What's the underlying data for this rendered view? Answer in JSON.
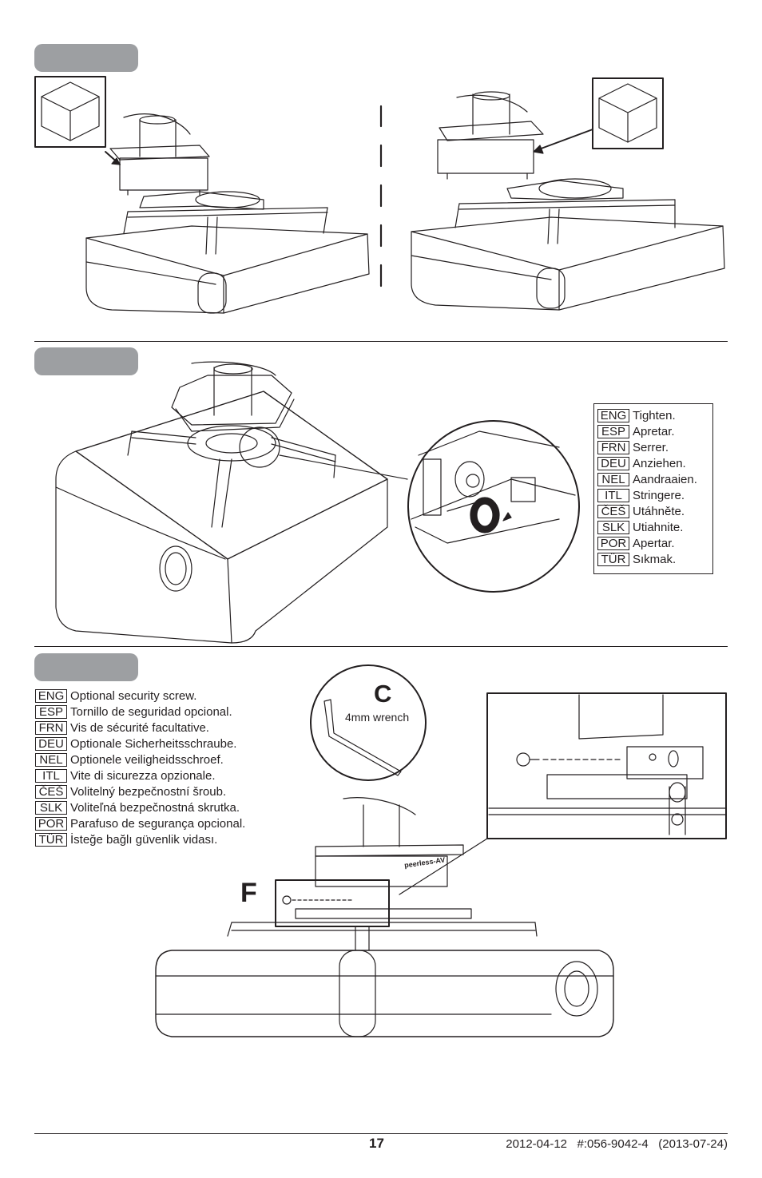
{
  "step3": {
    "tighten_labels": [
      {
        "code": "ENG",
        "text": "Tighten."
      },
      {
        "code": "ESP",
        "text": "Apretar."
      },
      {
        "code": "FRN",
        "text": "Serrer."
      },
      {
        "code": "DEU",
        "text": "Anziehen."
      },
      {
        "code": "NEL",
        "text": "Aandraaien."
      },
      {
        "code": "ITL",
        "text": "Stringere."
      },
      {
        "code": "ČEŠ",
        "text": "Utáhněte."
      },
      {
        "code": "SLK",
        "text": "Utiahnite."
      },
      {
        "code": "POR",
        "text": "Apertar."
      },
      {
        "code": "TÜR",
        "text": "Sıkmak."
      }
    ]
  },
  "step4": {
    "security_labels": [
      {
        "code": "ENG",
        "text": "Optional security screw."
      },
      {
        "code": "ESP",
        "text": "Tornillo de seguridad opcional."
      },
      {
        "code": "FRN",
        "text": "Vis de sécurité facultative."
      },
      {
        "code": "DEU",
        "text": "Optionale Sicherheitsschraube."
      },
      {
        "code": "NEL",
        "text": "Optionele veiligheidsschroef."
      },
      {
        "code": "ITL",
        "text": "Vite di sicurezza opzionale."
      },
      {
        "code": "ČEŠ",
        "text": "Volitelný bezpečnostní šroub."
      },
      {
        "code": "SLK",
        "text": "Voliteľná bezpečnostná skrutka."
      },
      {
        "code": "POR",
        "text": "Parafuso de segurança opcional."
      },
      {
        "code": "TÜR",
        "text": "İsteğe bağlı güvenlik vidası."
      }
    ],
    "tool_letter": "C",
    "tool_label": "4mm wrench",
    "part_letter": "F",
    "mount_brand": "peerless-AV"
  },
  "footer": {
    "page_number": "17",
    "reference": "2012-04-12   #:056-9042-4   (2013-07-24)"
  },
  "colors": {
    "ink": "#231f20",
    "step_pill": "#9d9fa2"
  }
}
